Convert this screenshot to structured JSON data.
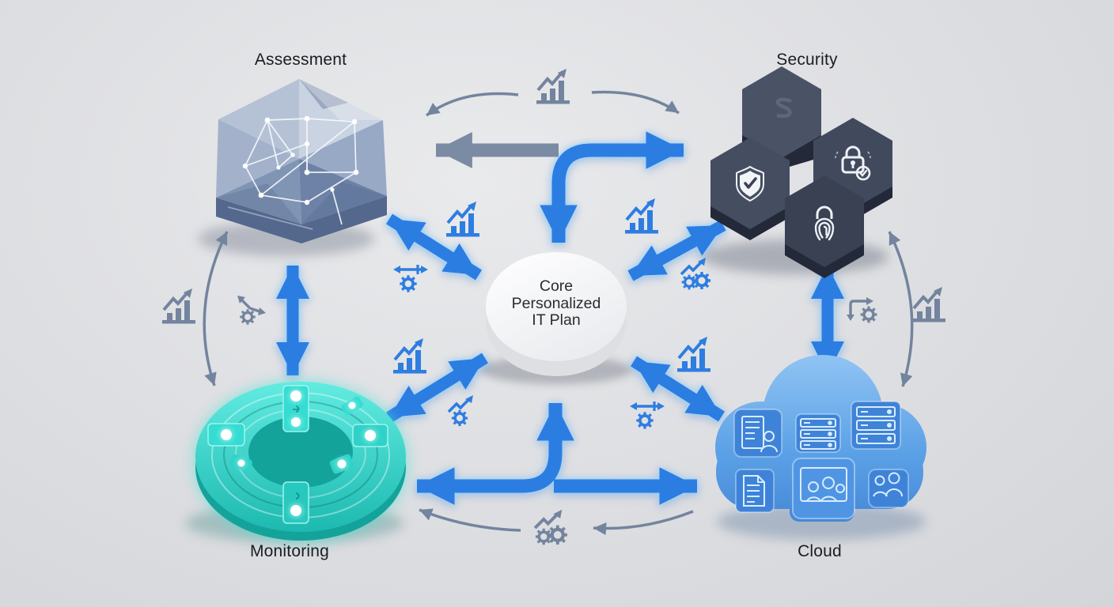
{
  "diagram": {
    "title_implicit": "Core Personalized IT Plan diagram",
    "center": {
      "line1": "Core",
      "line2": "Personalized",
      "line3": "IT Plan"
    },
    "nodes": {
      "assessment": {
        "label": "Assessment"
      },
      "security": {
        "label": "Security"
      },
      "monitoring": {
        "label": "Monitoring"
      },
      "cloud": {
        "label": "Cloud"
      }
    },
    "colors": {
      "background": "#dfe0e3",
      "arrow_blue": "#2b7de2",
      "arrow_blue_glow": "#9fd9ff",
      "arrow_steel": "#7b8ba4",
      "icon_blue": "#2e7de1",
      "icon_steel": "#73849e",
      "gem_steel_blue": "#8fa2bf",
      "hex_dark_slate": "#3c4456",
      "ring_teal": "#2fd0c6",
      "cloud_blue": "#5ba1e6",
      "disc_white": "#f6f7f9",
      "label_text": "#1b1d22"
    },
    "icons": [
      "bar-chart-growth-icon",
      "gear-icon",
      "double-arrow-gear-icon",
      "zigzag-arrow-gear-icon",
      "zigzag-arrow-two-gears-icon",
      "branch-flow-gear-icon",
      "diverge-arrows-gear-icon",
      "shield-check-icon",
      "lock-check-icon",
      "lock-fingerprint-icon",
      "s-logo-glyph",
      "doc-person-icon",
      "server-rack-icon",
      "document-icon",
      "meeting-icon",
      "users-icon"
    ]
  }
}
